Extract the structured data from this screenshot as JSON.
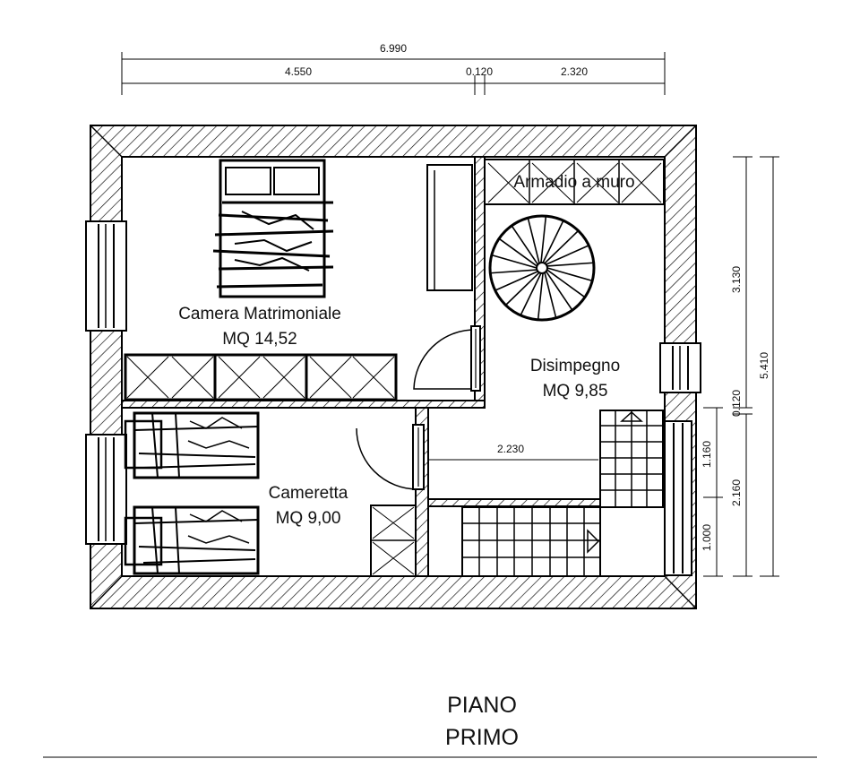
{
  "dimensions": {
    "total_width": "6.990",
    "left_width": "4.550",
    "wall_mid": "0.120",
    "right_width": "2.320",
    "upper_height": "3.130",
    "total_height": "5.410",
    "wall_right": "0.120",
    "window_height": "1.160",
    "lower_height": "2.160",
    "bottom_height": "1.000",
    "corridor_width": "2.230"
  },
  "rooms": {
    "wardrobe": "Armadio a muro",
    "master_name": "Camera Matrimoniale",
    "master_area": "MQ 14,52",
    "hall_name": "Disimpegno",
    "hall_area": "MQ 9,85",
    "small_name": "Cameretta",
    "small_area": "MQ 9,00"
  },
  "title": {
    "line1": "PIANO",
    "line2": "PRIMO"
  }
}
